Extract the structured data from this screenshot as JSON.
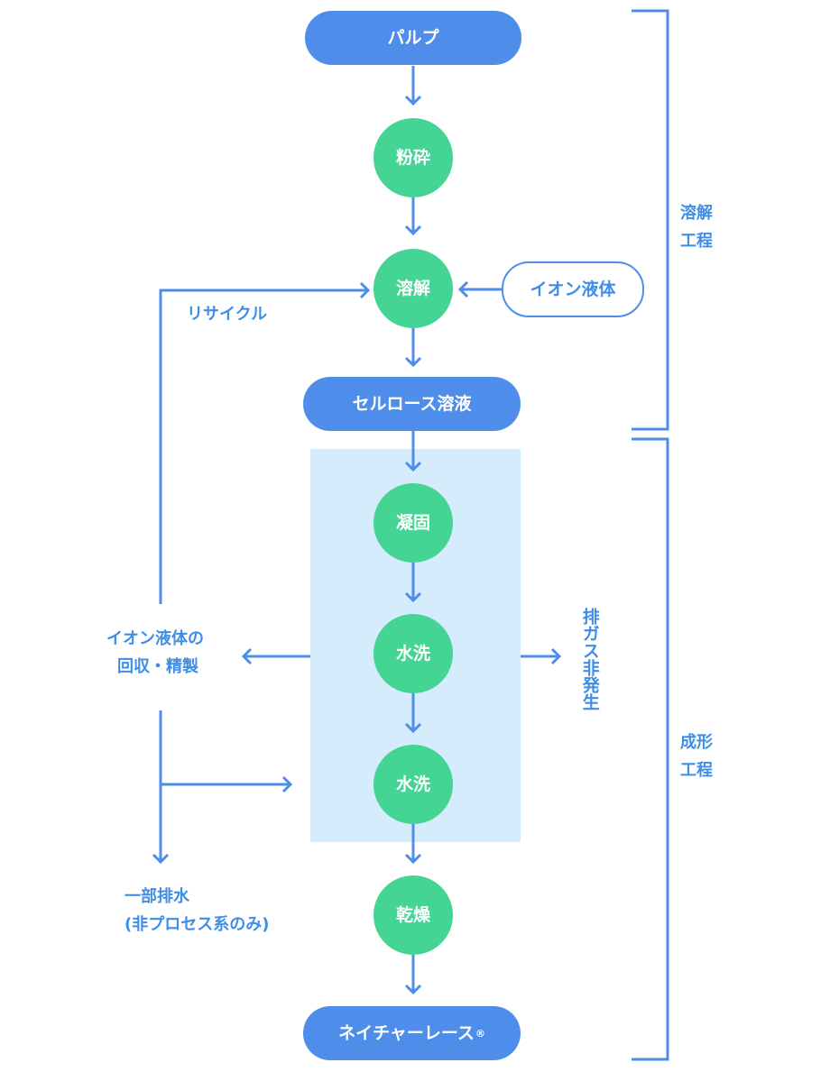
{
  "colors": {
    "pill": "#4f8dea",
    "circle": "#44d493",
    "line": "#4f8dea",
    "label_text": "#3f8ee6",
    "zone": "#d4ecfb"
  },
  "nodes": {
    "pulp": "パルプ",
    "pulverize": "粉砕",
    "dissolve": "溶解",
    "ionic_liquid": "イオン液体",
    "cellulose_solution": "セルロース溶液",
    "coagulate": "凝固",
    "wash1": "水洗",
    "wash2": "水洗",
    "dry": "乾燥",
    "product": "ネイチャーレース",
    "product_mark": "®"
  },
  "notes": {
    "recycle": "リサイクル",
    "recovery_line1": "イオン液体の",
    "recovery_line2": "回収・精製",
    "drain_line1": "一部排水",
    "drain_line2": "(非プロセス系のみ)",
    "no_exhaust": "排ガス非発生"
  },
  "process_brackets": {
    "dissolution_line1": "溶解",
    "dissolution_line2": "工程",
    "forming_line1": "成形",
    "forming_line2": "工程"
  }
}
